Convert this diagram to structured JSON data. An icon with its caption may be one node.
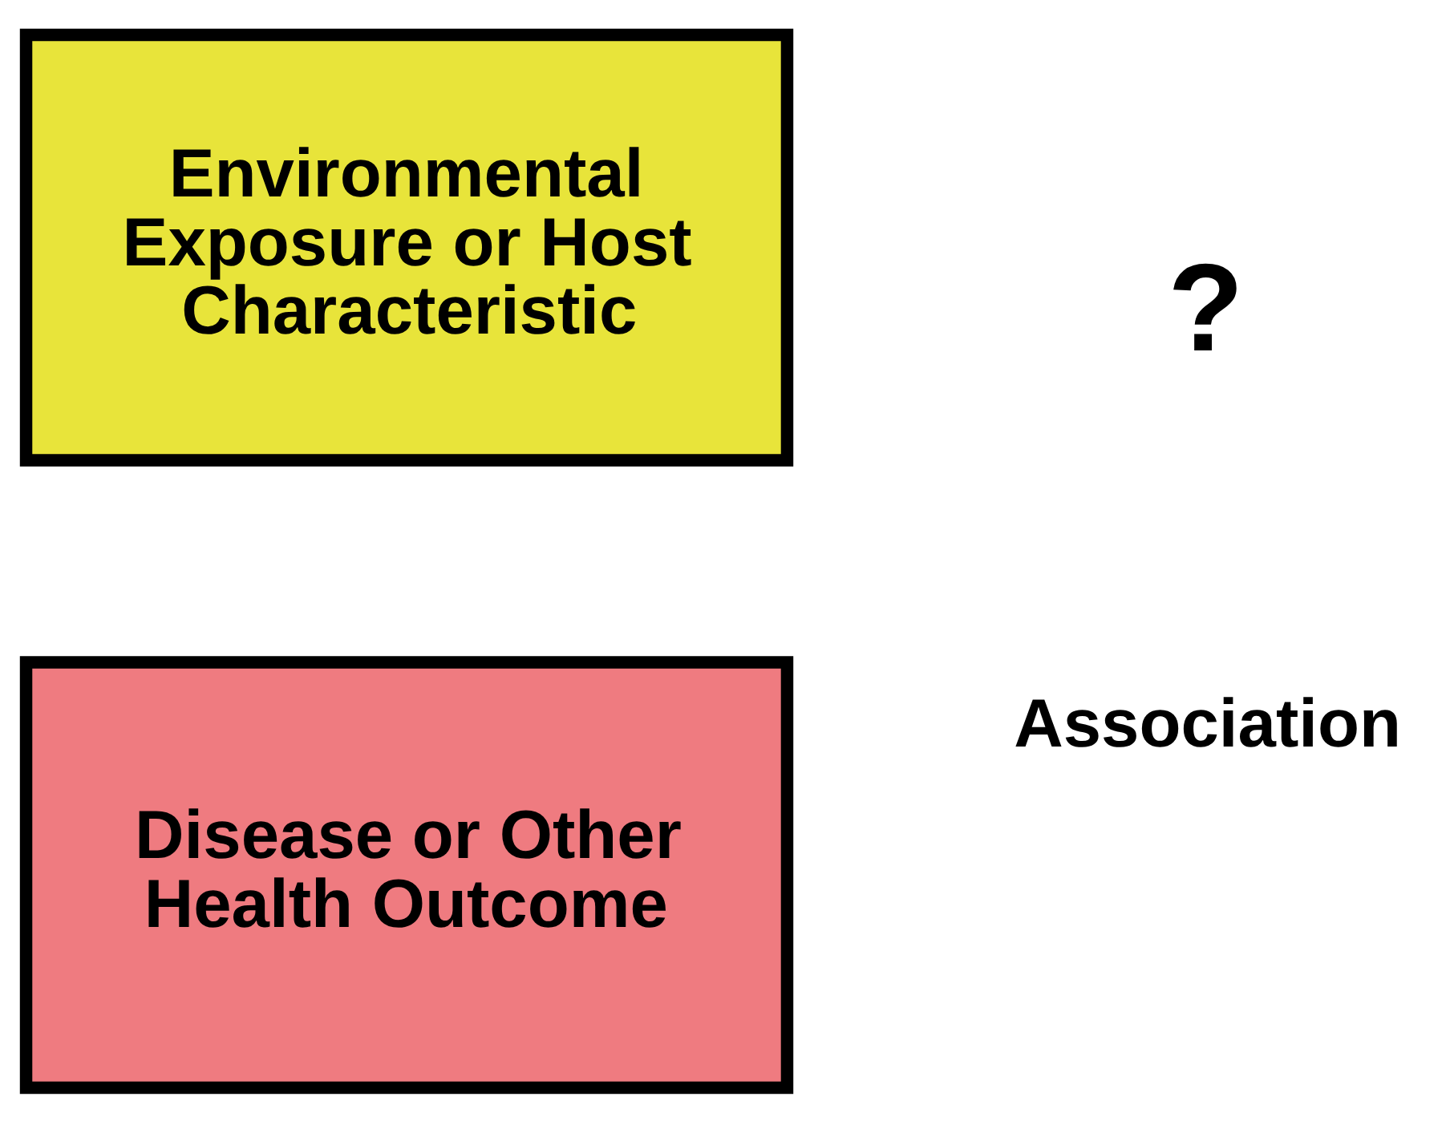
{
  "diagram": {
    "nodes": [
      {
        "text": [
          "Environmental Exposure or Host Characteristic"
        ]
      },
      {
        "text": [
          "Disease or Other Health Outcome"
        ]
      }
    ],
    "labels": [
      "?",
      "Association"
    ]
  }
}
